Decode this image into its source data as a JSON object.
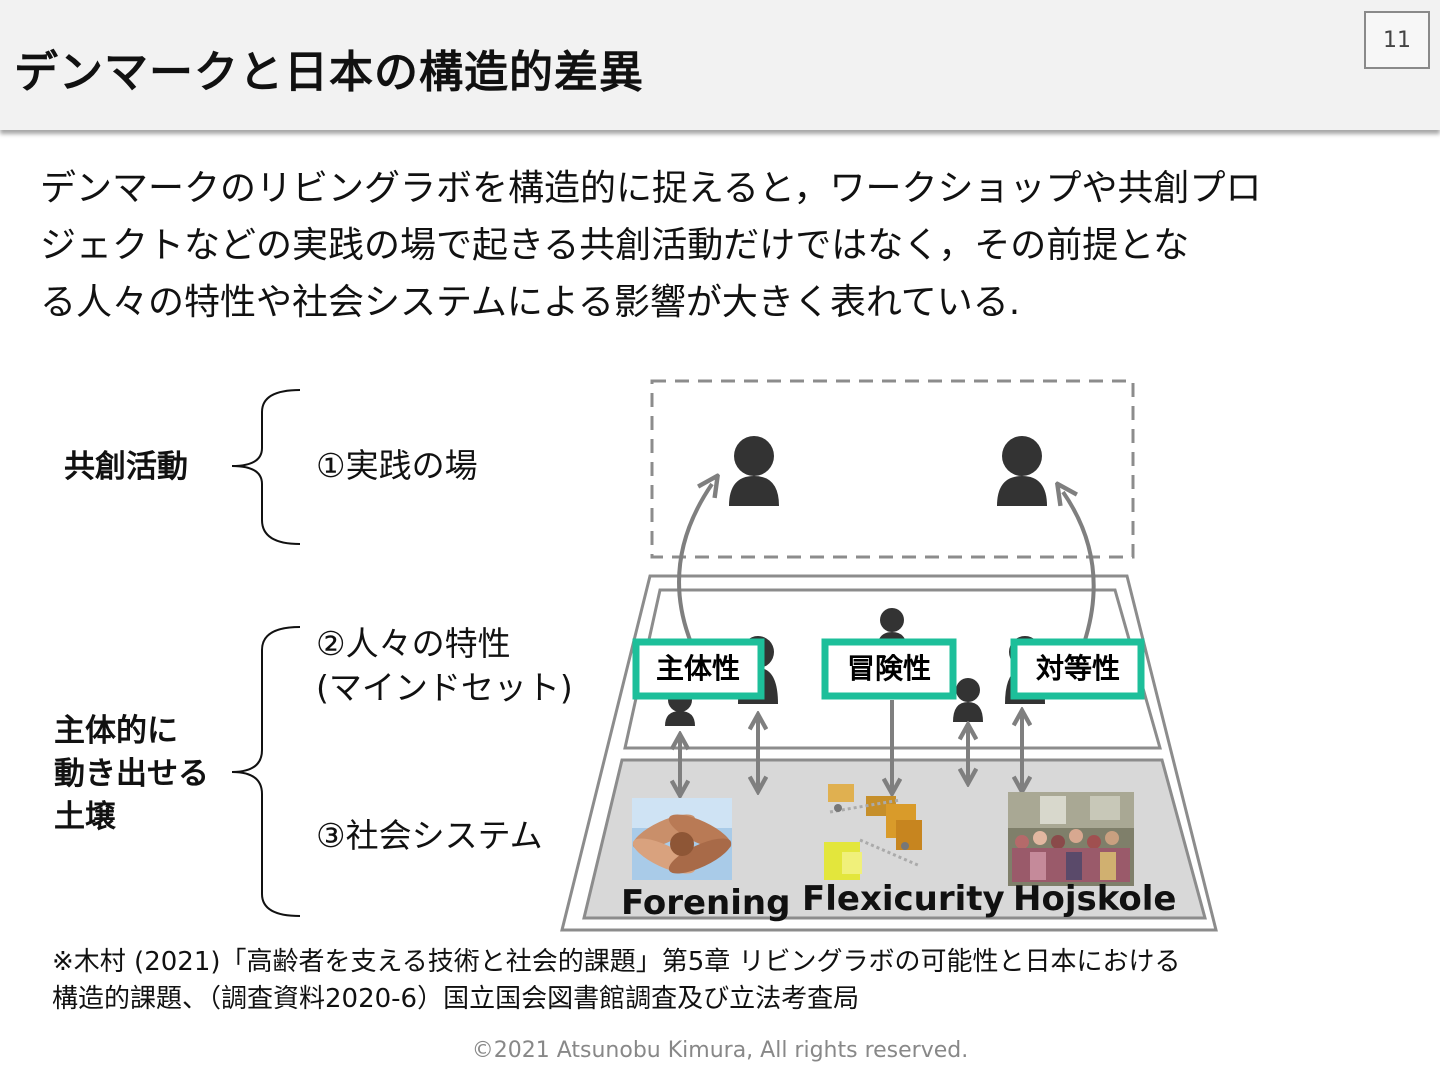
{
  "slide": {
    "title": "デンマークと日本の構造的差異",
    "page_number": "11",
    "intro_lines": [
      "デンマークのリビングラボを構造的に捉えると，ワークショップや共創プロ",
      "ジェクトなどの実践の場で起きる共創活動だけではなく，その前提とな",
      "る人々の特性や社会システムによる影響が大きく表れている."
    ],
    "footnote_lines": [
      "※木村 (2021)「高齢者を支える技術と社会的課題」第5章 リビングラボの可能性と日本における",
      "構造的課題、（調査資料2020-6）国立国会図書館調査及び立法考査局"
    ],
    "copyright": "©2021 Atsunobu Kimura, All rights reserved."
  },
  "diagram": {
    "group_top": "共創活動",
    "group_bottom_lines": [
      "主体的に",
      "動き出せる",
      "土壌"
    ],
    "level_1": "①実践の場",
    "level_2_lines": [
      "②人々の特性",
      "(マインドセット)"
    ],
    "level_3": "③社会システム",
    "traits": [
      "主体性",
      "冒険性",
      "対等性"
    ],
    "systems": [
      "Forening",
      "Flexicurity",
      "Hojskole"
    ],
    "colors": {
      "trait_border": "#1dbf9a",
      "arrow": "#7f7f7f",
      "frame": "#8c8c8c",
      "system_fill": "#d8d8d8",
      "person": "#333333"
    }
  }
}
